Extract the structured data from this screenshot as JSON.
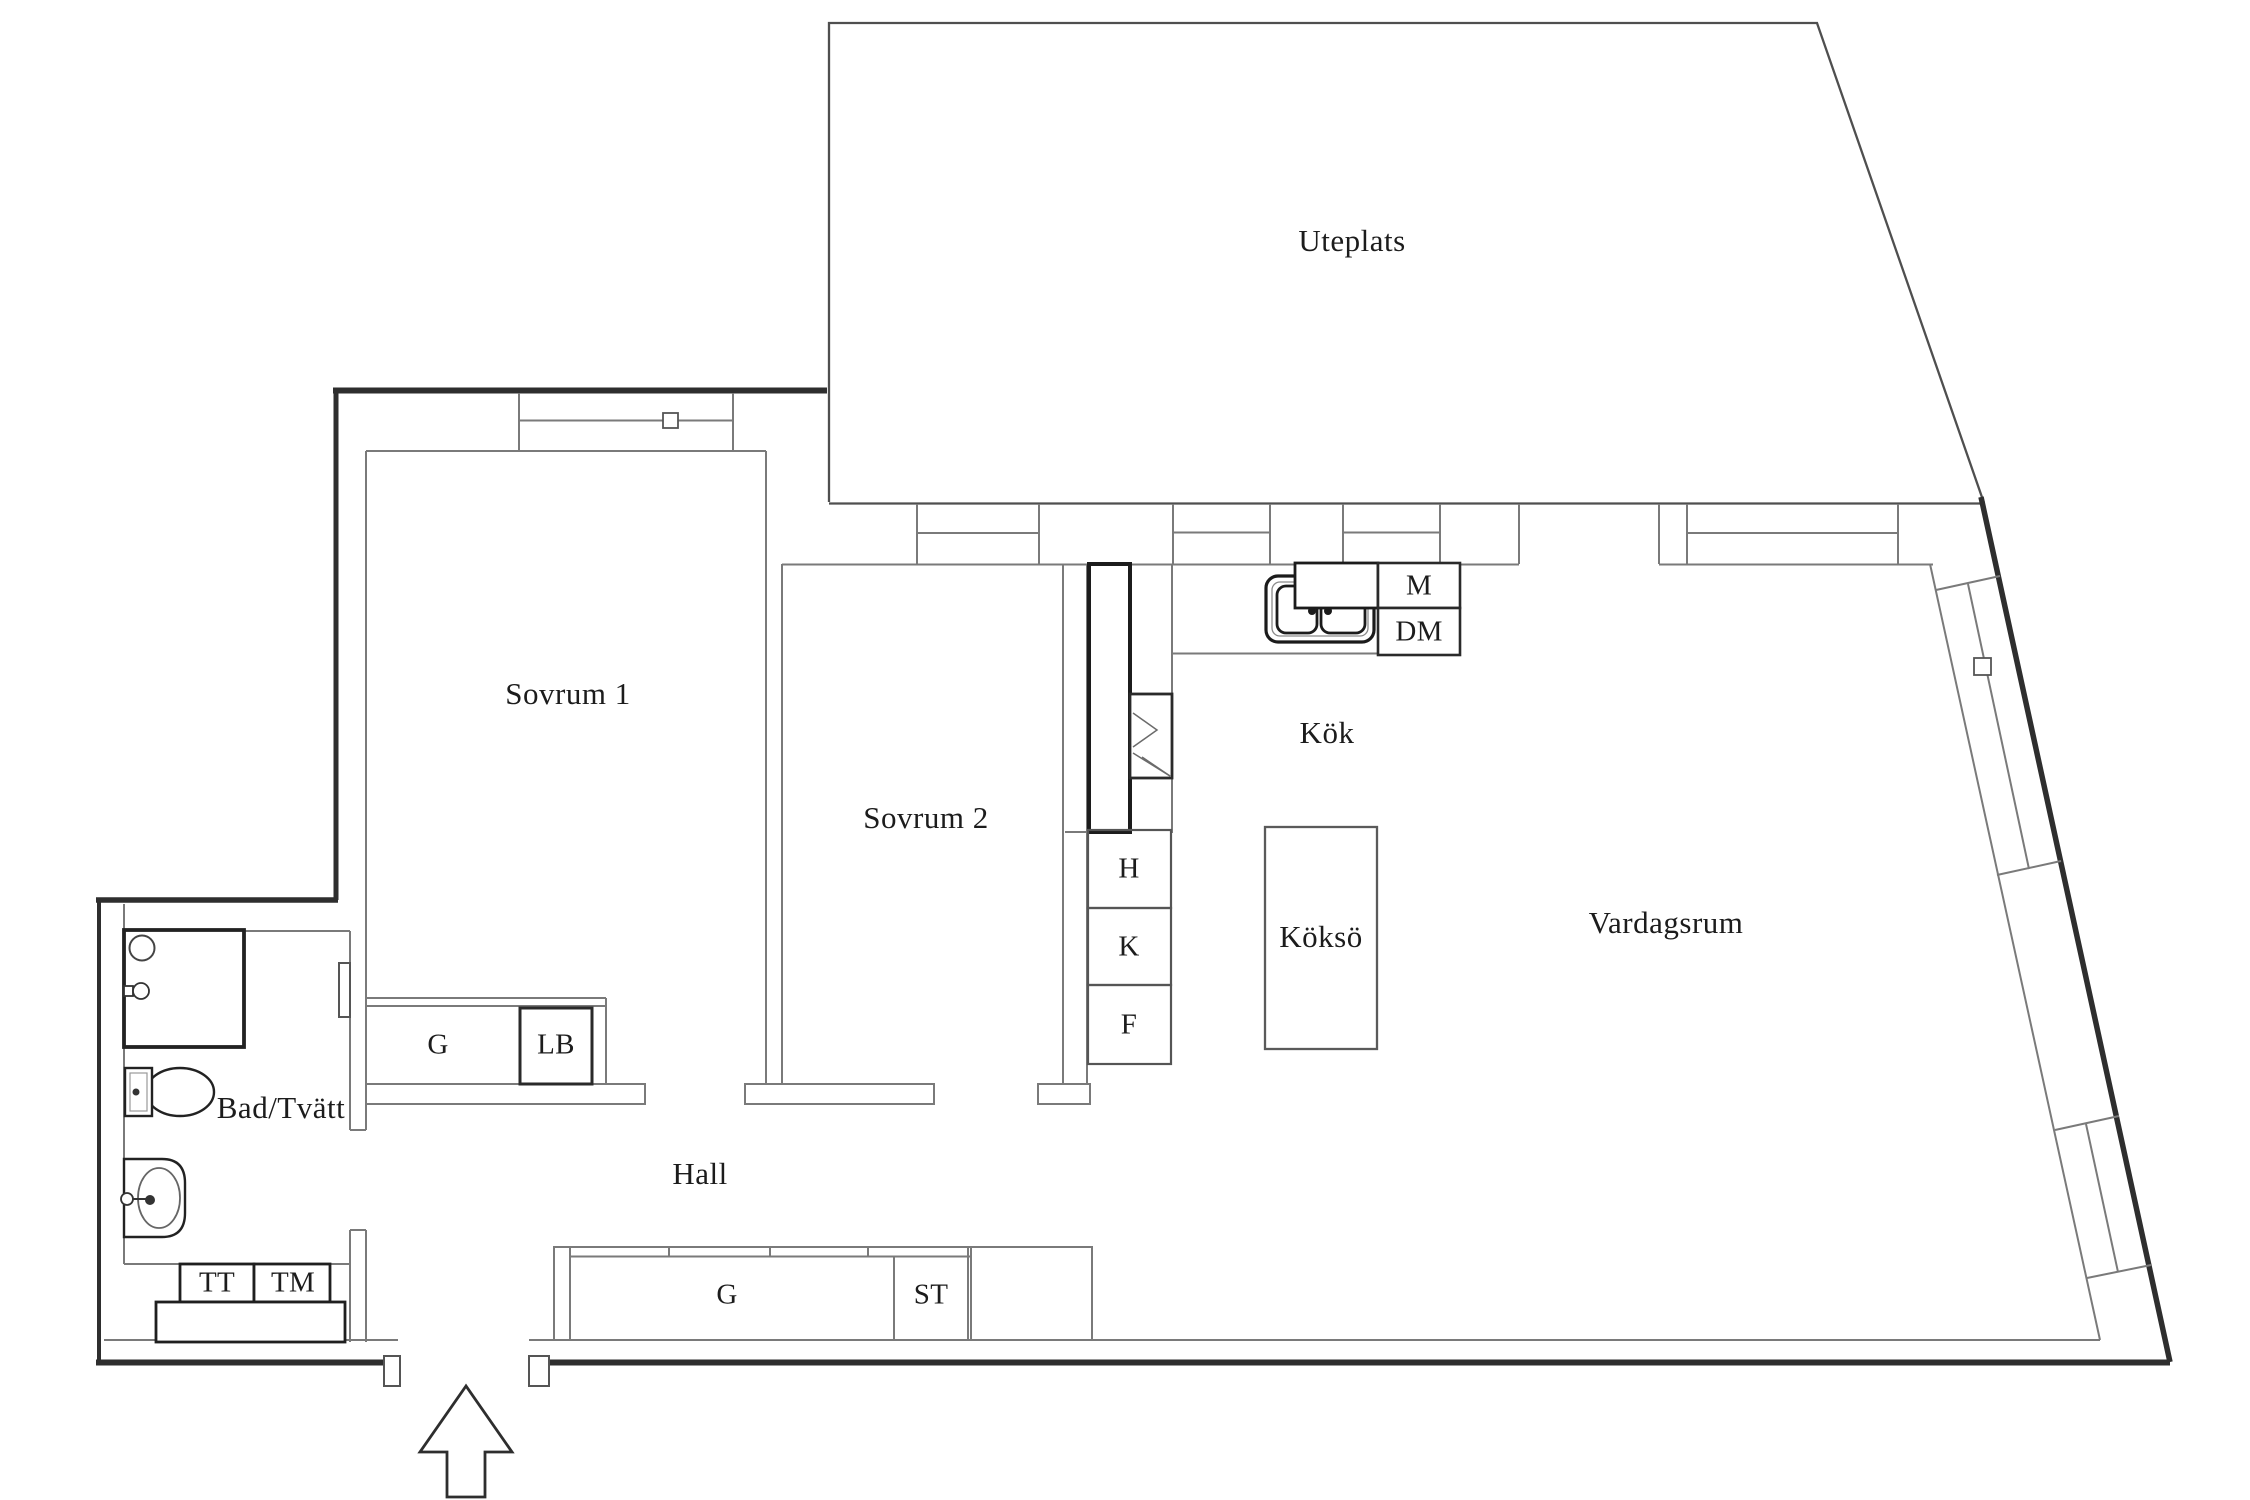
{
  "palette": {
    "background": "#ffffff",
    "wall_dark": "#2e2e2e",
    "wall_light": "#7a7a7a",
    "fixture_dark": "#1f1f1f",
    "text": "#1c1c1c"
  },
  "rooms": {
    "uteplats": "Uteplats",
    "sovrum1": "Sovrum 1",
    "sovrum2": "Sovrum 2",
    "kok": "Kök",
    "vardagsrum": "Vardagsrum",
    "bad_tvatt": "Bad/Tvätt",
    "hall": "Hall"
  },
  "fixtures": {
    "kokso": "Köksö",
    "m": "M",
    "dm": "DM",
    "h": "H",
    "k": "K",
    "f": "F",
    "g_sovrum": "G",
    "lb": "LB",
    "tt": "TT",
    "tm": "TM",
    "g_hall": "G",
    "st": "ST"
  }
}
